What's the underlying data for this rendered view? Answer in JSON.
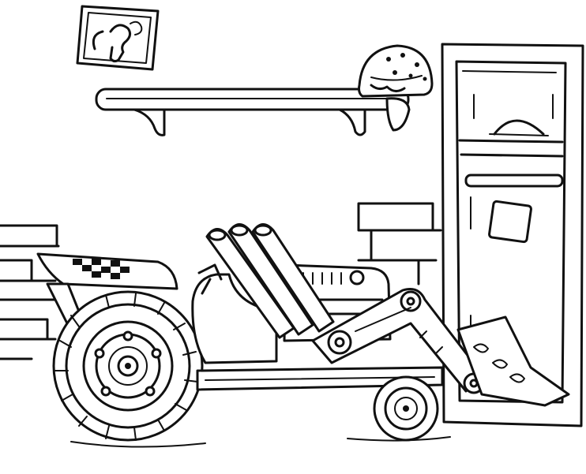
{
  "scene": {
    "style": "black-and-white line art coloring page",
    "colors": {
      "ink": "#111111",
      "paper": "#ffffff"
    },
    "elements": [
      "wall-picture-frame",
      "wall-shelf",
      "helmet-on-shelf",
      "brick-wall-left",
      "brick-wall-right",
      "garage-locker",
      "tractor-dragster"
    ]
  }
}
